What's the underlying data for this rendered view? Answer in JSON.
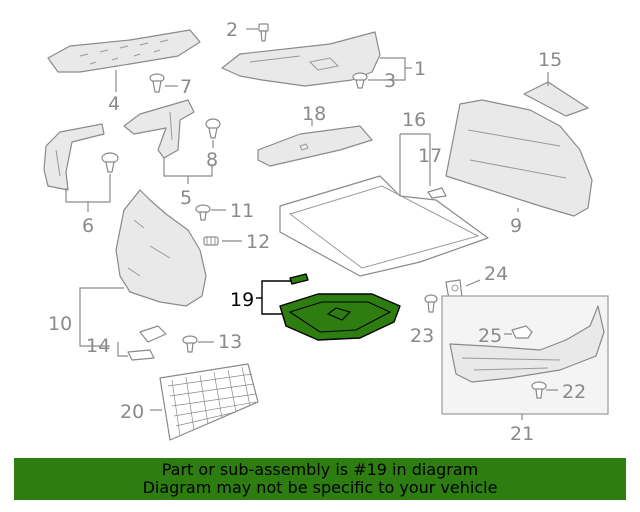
{
  "callouts": {
    "n1": "1",
    "n2": "2",
    "n3": "3",
    "n4": "4",
    "n5": "5",
    "n6": "6",
    "n7": "7",
    "n8": "8",
    "n9": "9",
    "n10": "10",
    "n11": "11",
    "n12": "12",
    "n13": "13",
    "n14": "14",
    "n15": "15",
    "n16": "16",
    "n17": "17",
    "n18": "18",
    "n19": "19",
    "n20": "20",
    "n21": "21",
    "n22": "22",
    "n23": "23",
    "n24": "24",
    "n25": "25"
  },
  "highlight": {
    "part_number": "19",
    "color": "#2e7d10"
  },
  "banner": {
    "line1": "Part or sub-assembly is #19 in diagram",
    "line2": "Diagram may not be specific to your vehicle",
    "color": "#2e7d10"
  }
}
